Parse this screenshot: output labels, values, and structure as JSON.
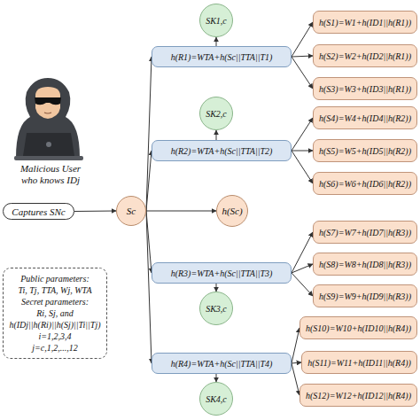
{
  "diagram": {
    "nodes": [
      {
        "text": [
          "Captures SNc"
        ]
      },
      {
        "text": [
          "Sc"
        ]
      },
      {
        "text": [
          "SK1,c"
        ]
      },
      {
        "text": [
          "h(R1)=WTA+h(Sc||TTA||T1)"
        ]
      },
      {
        "text": [
          "h(S1)=W1+h(ID1||h(R1))"
        ]
      },
      {
        "text": [
          "h(S2)=W2+h(ID2||h(R1))"
        ]
      },
      {
        "text": [
          "h(S3)=W3+h(ID3||h(R1))"
        ]
      },
      {
        "text": [
          "SK2,c"
        ]
      },
      {
        "text": [
          "h(R2)=WTA+h(Sc||TTA||T2)"
        ]
      },
      {
        "text": [
          "h(S4)=W4+h(ID4||h(R2))"
        ]
      },
      {
        "text": [
          "h(S5)=W5+h(ID5||h(R2))"
        ]
      },
      {
        "text": [
          "h(S6)=W6+h(ID6||h(R2))"
        ]
      },
      {
        "text": [
          "h(Sc)"
        ]
      },
      {
        "text": [
          "h(R3)=WTA+h(Sc||TTA||T3)"
        ]
      },
      {
        "text": [
          "h(S7)=W7+h(ID7||h(R3))"
        ]
      },
      {
        "text": [
          "h(S8)=W8+h(ID8||h(R3))"
        ]
      },
      {
        "text": [
          "h(S9)=W9+h(ID9||h(R3))"
        ]
      },
      {
        "text": [
          "SK3,c"
        ]
      },
      {
        "text": [
          "h(R4)=WTA+h(Sc||TTA||T4)"
        ]
      },
      {
        "text": [
          "h(S10)=W10+h(ID10||h(R4))"
        ]
      },
      {
        "text": [
          "h(S11)=W11+h(ID11||h(R4))"
        ]
      },
      {
        "text": [
          "h(S12)=W12+h(ID12||h(R4))"
        ]
      },
      {
        "text": [
          "SK4,c"
        ]
      },
      {
        "text": [
          "Public parameters:",
          "Ti, Tj, TTA, Wj, WTA",
          "Secret parameters:",
          "Ri, Sj, and",
          "h(IDj||h(Ri)||h(Sj)||Ti||Tj)",
          "i=1,2,3,4",
          "j=c,1,2,...,12"
        ]
      }
    ],
    "edges": [
      {
        "from": 0,
        "to": 1,
        "arrow": "to"
      },
      {
        "from": 1,
        "to": 3,
        "arrow": "to"
      },
      {
        "from": 1,
        "to": 8,
        "arrow": "to"
      },
      {
        "from": 1,
        "to": 12,
        "arrow": "to"
      },
      {
        "from": 1,
        "to": 13,
        "arrow": "to"
      },
      {
        "from": 1,
        "to": 18,
        "arrow": "to"
      },
      {
        "from": 3,
        "to": 2,
        "arrow": "to"
      },
      {
        "from": 3,
        "to": 4,
        "arrow": "to"
      },
      {
        "from": 3,
        "to": 5,
        "arrow": "to"
      },
      {
        "from": 3,
        "to": 6,
        "arrow": "to"
      },
      {
        "from": 8,
        "to": 7,
        "arrow": "to"
      },
      {
        "from": 8,
        "to": 9,
        "arrow": "to"
      },
      {
        "from": 8,
        "to": 10,
        "arrow": "to"
      },
      {
        "from": 8,
        "to": 11,
        "arrow": "to"
      },
      {
        "from": 13,
        "to": 17,
        "arrow": "to"
      },
      {
        "from": 13,
        "to": 14,
        "arrow": "to"
      },
      {
        "from": 13,
        "to": 15,
        "arrow": "to"
      },
      {
        "from": 13,
        "to": 16,
        "arrow": "to"
      },
      {
        "from": 18,
        "to": 22,
        "arrow": "to"
      },
      {
        "from": 18,
        "to": 19,
        "arrow": "to"
      },
      {
        "from": 18,
        "to": 20,
        "arrow": "to"
      },
      {
        "from": 18,
        "to": 21,
        "arrow": "to"
      }
    ],
    "labels": [
      "Malicious User who knows IDj"
    ]
  }
}
